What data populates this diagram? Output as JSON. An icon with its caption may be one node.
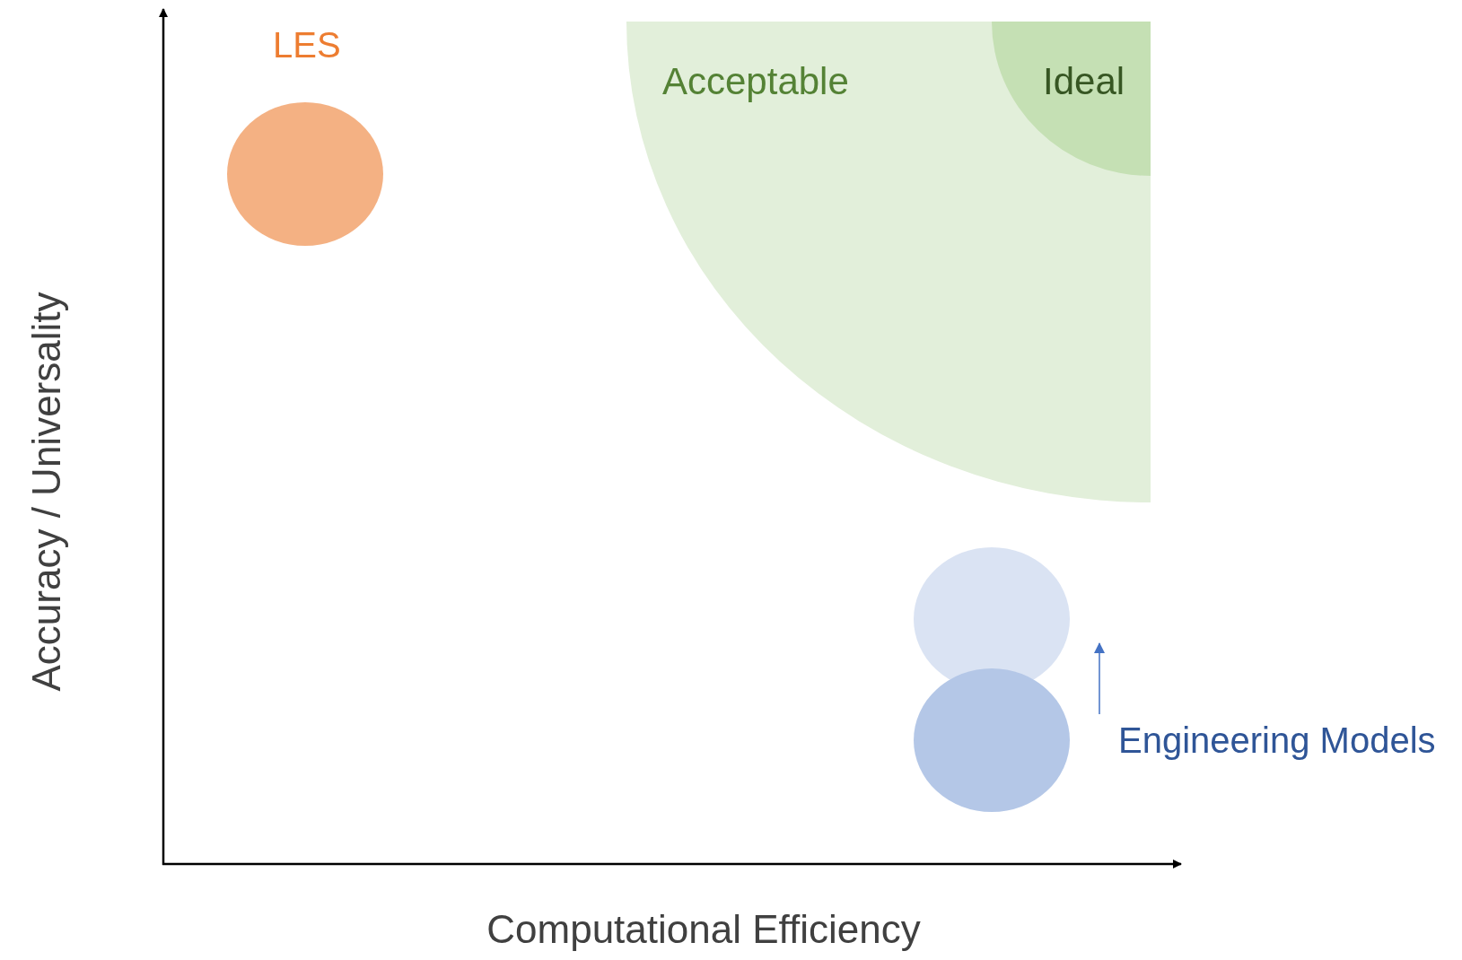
{
  "diagram": {
    "nodes": [
      {
        "text": [],
        "shape": "circle",
        "beside": [
          "LES"
        ]
      },
      {
        "text": [
          "Acceptable"
        ]
      },
      {
        "text": [
          "Ideal"
        ],
        "in": 1
      },
      {
        "text": [],
        "shape": "circle"
      },
      {
        "text": [],
        "shape": "circle",
        "beside": [
          "Engineering Models"
        ]
      }
    ],
    "labels": [
      "Accuracy / Universality",
      "Computational Efficiency"
    ]
  }
}
